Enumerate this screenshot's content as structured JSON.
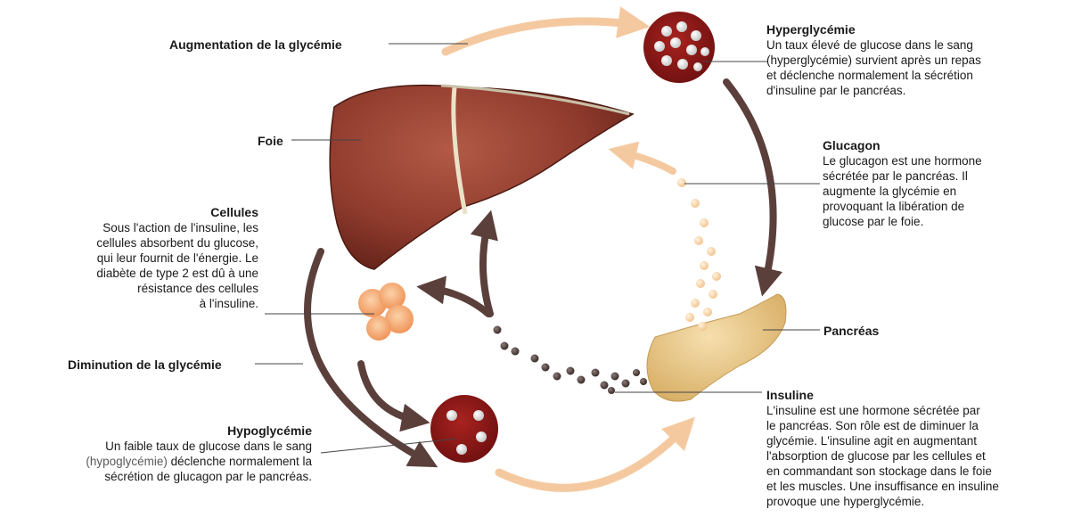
{
  "labels": {
    "augmentation": "Augmentation de la glycémie",
    "foie": "Foie",
    "diminution": "Diminution de la glycémie",
    "pancreas": "Pancréas"
  },
  "hyperglycemie": {
    "title": "Hyperglycémie",
    "lines": [
      "Un taux élevé de glucose dans le sang",
      "(hyperglycémie) survient après un repas",
      "et déclenche normalement la sécrétion",
      "d'insuline par le pancréas."
    ]
  },
  "glucagon": {
    "title": "Glucagon",
    "lines": [
      "Le glucagon est une hormone",
      "sécrétée par le pancréas. Il",
      "augmente la glycémie en",
      "provoquant la libération de",
      "glucose par le foie."
    ]
  },
  "cellules": {
    "title": "Cellules",
    "lines": [
      "Sous l'action de l'insuline, les",
      "cellules absorbent du glucose,",
      "qui leur fournit de l'énergie. Le",
      "diabète de type 2 est dû à une",
      "résistance des cellules",
      "à l'insuline."
    ]
  },
  "hypoglycemie": {
    "title": "Hypoglycémie",
    "line1": "Un faible taux de glucose dans le sang",
    "line2_highlight": "(hypoglycémie)",
    "line2_rest": " déclenche normalement la",
    "line3": "sécrétion de glucagon par le pancréas."
  },
  "insuline": {
    "title": "Insuline",
    "lines": [
      "L'insuline est une hormone sécrétée par",
      "le pancréas. Son rôle est de diminuer la",
      "glycémie. L'insuline agit en augmentant",
      "l'absorption de glucose par les cellules et",
      "en commandant son stockage dans le foie",
      "et les muscles. Une insuffisance en insuline",
      "provoque une hyperglycémie."
    ]
  },
  "colors": {
    "liver": "#8e3a2c",
    "blood": "#8b1a1a",
    "arrow_dark": "#5b3f3b",
    "arrow_light": "#f5c9a0",
    "pancreas": "#e9c98b",
    "cells": "#f2a56e"
  }
}
